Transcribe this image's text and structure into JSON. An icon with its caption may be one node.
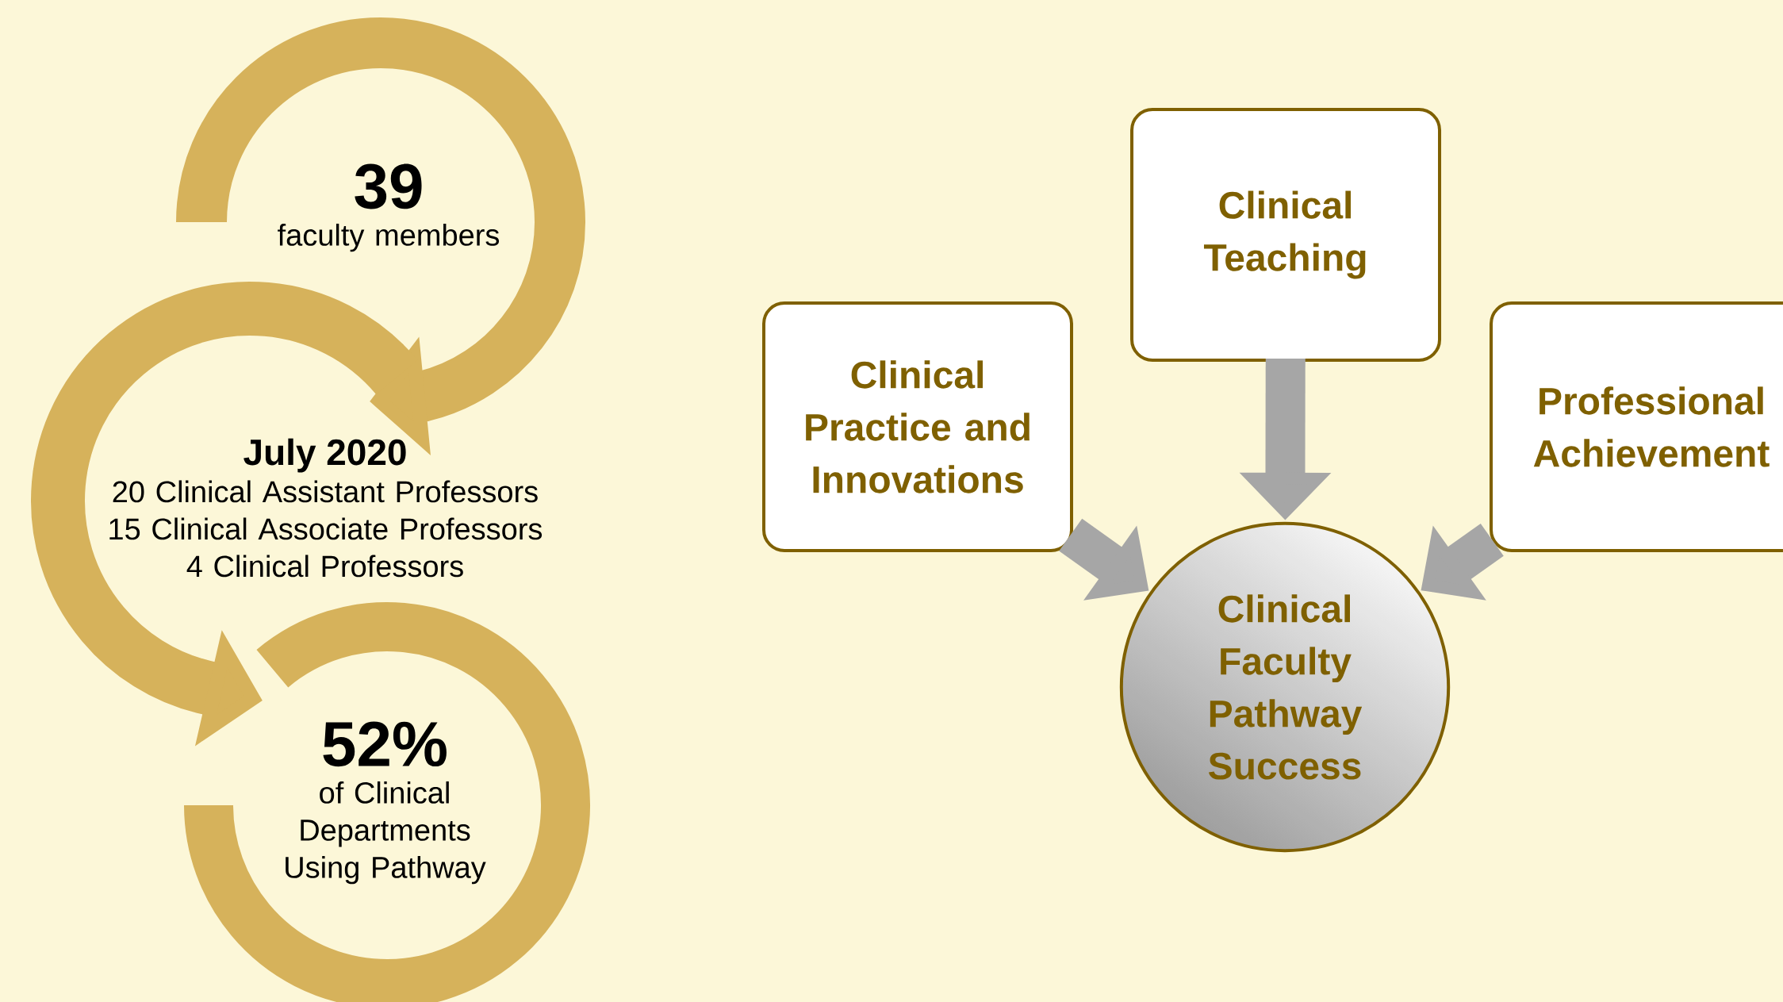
{
  "diagram": {
    "nodes": [
      {
        "text": [
          "39",
          "faculty members"
        ]
      },
      {
        "text": [
          "July 2020",
          "20 Clinical Assistant Professors",
          "15 Clinical Associate Professors",
          "4 Clinical Professors"
        ]
      },
      {
        "text": [
          "52%",
          "of Clinical Departments Using Pathway"
        ]
      },
      {
        "text": [
          "Clinical Teaching"
        ]
      },
      {
        "text": [
          "Clinical Practice and Innovations"
        ]
      },
      {
        "text": [
          "Professional Achievement"
        ]
      },
      {
        "text": [
          "Clinical Faculty Pathway Success"
        ]
      }
    ],
    "edges": [
      {
        "from": 0,
        "to": 1,
        "arrow": "to",
        "color": "#d6b25b"
      },
      {
        "from": 1,
        "to": 2,
        "arrow": "to",
        "color": "#d6b25b"
      },
      {
        "from": 3,
        "to": 6,
        "arrow": "to"
      },
      {
        "from": 4,
        "to": 6,
        "arrow": "to"
      },
      {
        "from": 5,
        "to": 6,
        "arrow": "to"
      }
    ]
  }
}
